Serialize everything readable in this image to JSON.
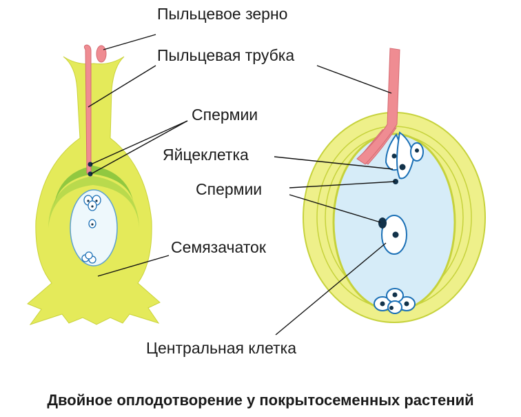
{
  "labels": {
    "pollen_grain": "Пыльцевое зерно",
    "pollen_tube": "Пыльцевая трубка",
    "sperm_left": "Спермии",
    "egg_cell": "Яйцеклетка",
    "sperm_right": "Спермии",
    "ovule": "Семязачаток",
    "central_cell": "Центральная клетка"
  },
  "caption": "Двойное оплодотворение у покрытосеменных растений",
  "colors": {
    "pistil": "#e4ea5a",
    "tissue": "#eef08a",
    "tube": "#ef8c92",
    "sac": "#d6ecf8",
    "cell_outline": "#1a6fb5",
    "nucleus": "#12324a",
    "green": "#7cbf3a"
  }
}
